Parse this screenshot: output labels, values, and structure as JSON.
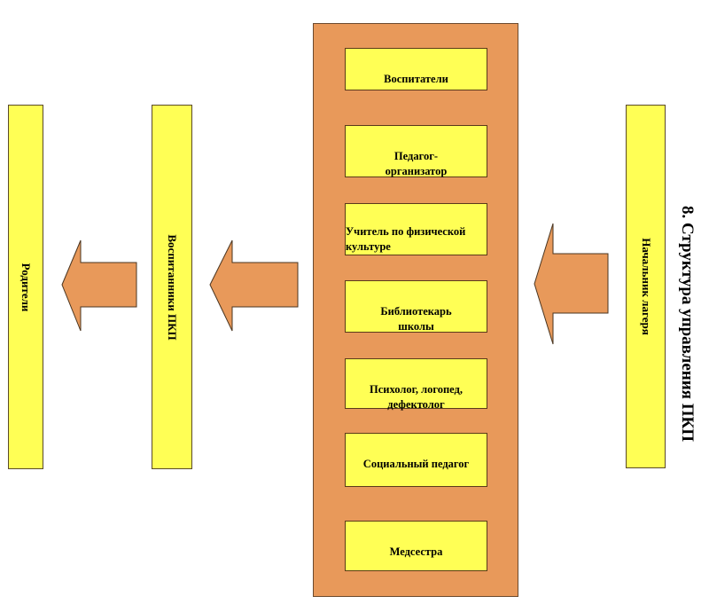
{
  "title": "8. Структура управления  ПКП",
  "columns": {
    "parents": "Родители",
    "pupils": "Воспитанники ПКП",
    "head": "Начальник лагеря"
  },
  "staff": [
    "Воспитатели",
    "Педагог-\nорганизатор",
    "Учитель по физической культуре",
    "Библиотекарь\nшколы",
    "Психолог, логопед,\nдефектолог",
    "Социальный педагог",
    "Медсестра"
  ],
  "arrows": [
    {
      "from": "head",
      "to": "staff",
      "direction": "left"
    },
    {
      "from": "staff",
      "to": "pupils",
      "direction": "left"
    },
    {
      "from": "pupils",
      "to": "parents",
      "direction": "left"
    }
  ],
  "colors": {
    "box_fill": "#ffff55",
    "panel_fill": "#e8995a",
    "arrow_fill": "#e8995a",
    "outline": "#4a3520"
  }
}
